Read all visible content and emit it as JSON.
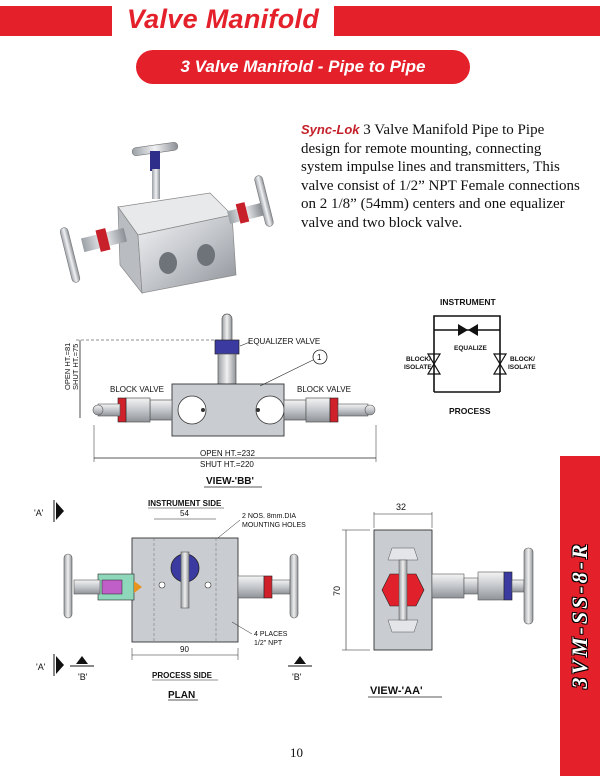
{
  "header": {
    "title": "Valve Manifold",
    "subtitle": "3 Valve Manifold - Pipe to Pipe"
  },
  "description": {
    "brand": "Sync-Lok",
    "text": "3 Valve Manifold Pipe to Pipe design for remote mounting, connecting system impulse lines and transmitters, This valve consist of 1/2” NPT Female connections on 2 1/8” (54mm) centers and one equalizer valve and two block valve."
  },
  "view_bb": {
    "open_ht_vertical": "OPEN HT.=81",
    "shut_ht_vertical": "SHUT HT.=75",
    "equalizer_label": "EQUALIZER VALVE",
    "callout": "1",
    "block_left": "BLOCK VALVE",
    "block_right": "BLOCK VALVE",
    "open_ht": "OPEN HT.=232",
    "shut_ht": "SHUT HT.=220",
    "caption": "VIEW-'BB'"
  },
  "schematic": {
    "instrument": "INSTRUMENT",
    "equalize": "EQUALIZE",
    "block_isolate_left_1": "BLOCK/",
    "block_isolate_left_2": "ISOLATE",
    "block_isolate_right_1": "BLOCK/",
    "block_isolate_right_2": "ISOLATE",
    "process": "PROCESS"
  },
  "plan": {
    "instrument_side": "INSTRUMENT SIDE",
    "dim_54": "54",
    "mounting_1": "2 NOS. 8mm.DIA",
    "mounting_2": "MOUNTING HOLES",
    "places_1": "4 PLACES",
    "places_2": "1/2\" NPT",
    "dim_90": "90",
    "process_side": "PROCESS SIDE",
    "caption": "PLAN",
    "marker_a_top": "'A'",
    "marker_a_bottom": "'A'",
    "marker_b_left": "'B'",
    "marker_b_right": "'B'"
  },
  "view_aa": {
    "dim_32": "32",
    "dim_70": "70",
    "caption": "VIEW-'AA'"
  },
  "side_tab": {
    "label": "3VM-SS-8-R"
  },
  "page_number": "10",
  "colors": {
    "brand_red": "#e4202a",
    "steel": "#c9ccd0",
    "handle_red": "#d0202a",
    "equalizer_blue": "#3a3aa0"
  }
}
